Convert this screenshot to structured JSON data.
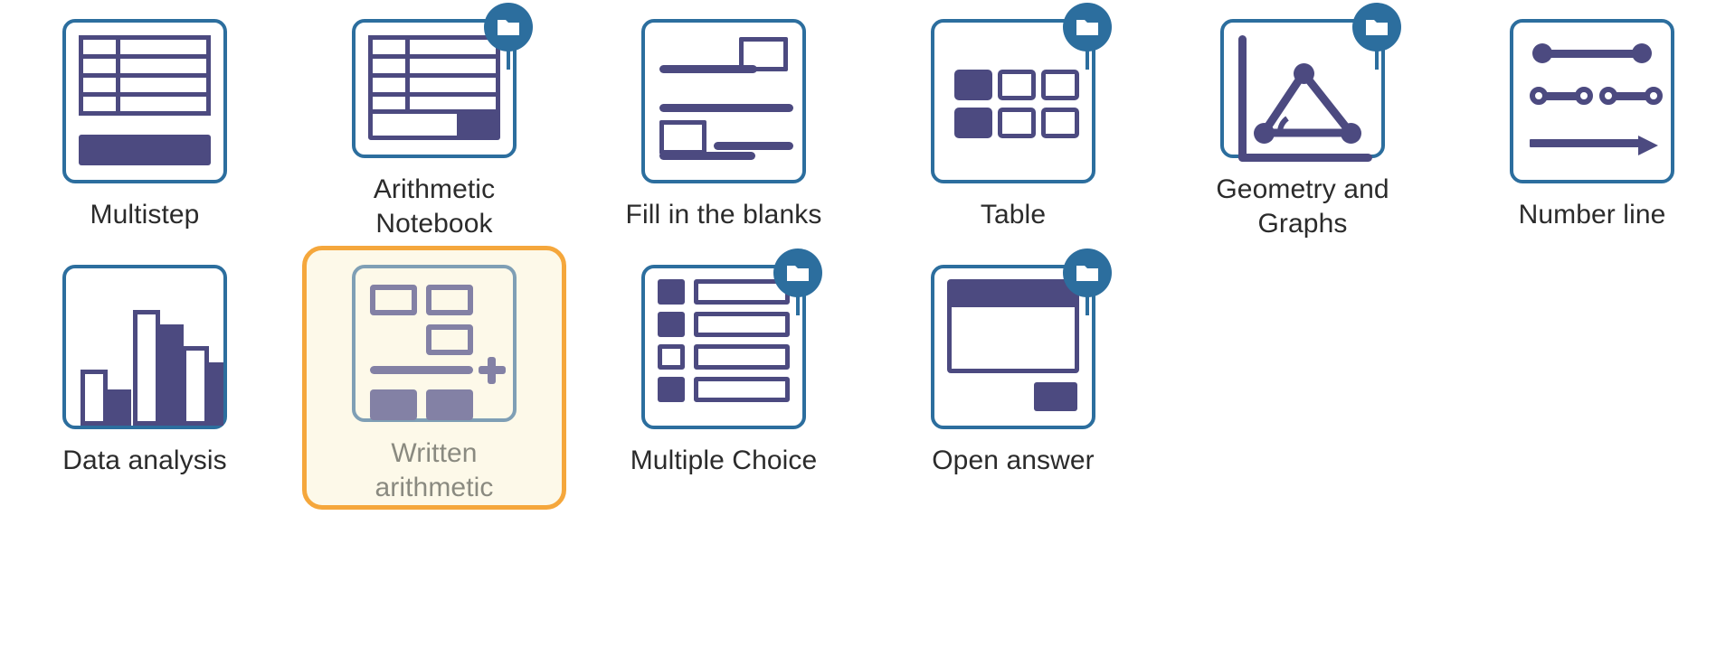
{
  "palette": {
    "tile_border": "#2c6e9e",
    "icon_ink": "#4c4a80",
    "selected_border": "#f5a73c",
    "selected_bg": "#fdf9e9",
    "disabled_ink": "#8381a5",
    "label_text": "#2b2b2b",
    "disabled_label_text": "#8a8a80",
    "badge_circle": "#2c6e9e",
    "page_bg": "#ffffff"
  },
  "picker": {
    "items": [
      {
        "id": "multistep",
        "label": "Multistep",
        "icon": "multistep-icon",
        "badge": false,
        "selected": false,
        "disabled": false
      },
      {
        "id": "arithmetic-nb",
        "label": "Arithmetic Notebook",
        "icon": "arithmetic-notebook-icon",
        "badge": true,
        "selected": false,
        "disabled": false
      },
      {
        "id": "fill-blanks",
        "label": "Fill in the blanks",
        "icon": "fill-in-the-blanks-icon",
        "badge": false,
        "selected": false,
        "disabled": false
      },
      {
        "id": "table",
        "label": "Table",
        "icon": "table-icon",
        "badge": true,
        "selected": false,
        "disabled": false
      },
      {
        "id": "geometry-graphs",
        "label": "Geometry and Graphs",
        "icon": "geometry-graphs-icon",
        "badge": true,
        "selected": false,
        "disabled": false
      },
      {
        "id": "number-line",
        "label": "Number line",
        "icon": "number-line-icon",
        "badge": false,
        "selected": false,
        "disabled": false
      },
      {
        "id": "data-analysis",
        "label": "Data analysis",
        "icon": "data-analysis-icon",
        "badge": false,
        "selected": false,
        "disabled": false
      },
      {
        "id": "written-arith",
        "label": "Written arithmetic",
        "icon": "written-arithmetic-icon",
        "badge": false,
        "selected": true,
        "disabled": true
      },
      {
        "id": "multiple-choice",
        "label": "Multiple Choice",
        "icon": "multiple-choice-icon",
        "badge": true,
        "selected": false,
        "disabled": false
      },
      {
        "id": "open-answer",
        "label": "Open answer",
        "icon": "open-answer-icon",
        "badge": true,
        "selected": false,
        "disabled": false
      }
    ],
    "badge_icon_name": "folder-badge-icon"
  }
}
